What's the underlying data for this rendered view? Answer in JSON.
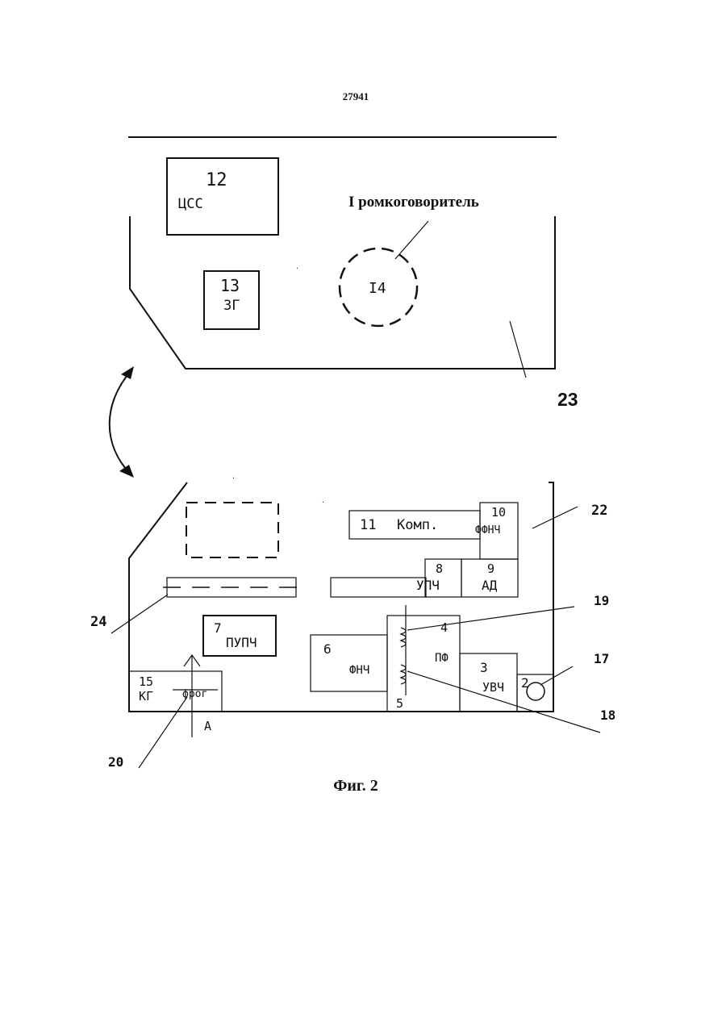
{
  "document": {
    "patent_number": "27941",
    "figure_caption": "Фиг. 2"
  },
  "top_panel": {
    "css_block": {
      "number": "12",
      "label": "ЦСС"
    },
    "zg_block": {
      "number": "13",
      "label": "ЗГ"
    },
    "speaker": {
      "number": "I4",
      "label": "I ромкоговоритель"
    },
    "ref_23": "23"
  },
  "bottom_panel": {
    "ref_22": "22",
    "ref_24": "24",
    "ref_19": "19",
    "ref_17": "17",
    "ref_18": "18",
    "ref_20": "20",
    "block_11": {
      "number": "11",
      "label": "Комп."
    },
    "block_10": {
      "number": "10",
      "label": "ФФНЧ"
    },
    "block_8": {
      "number": "8",
      "label": "УПЧ"
    },
    "block_9": {
      "number": "9",
      "label": "АД"
    },
    "block_7": {
      "number": "7",
      "label": "ПУПЧ"
    },
    "block_6": {
      "number": "6",
      "label": "ФНЧ"
    },
    "block_4": {
      "number": "4",
      "label": "ПФ"
    },
    "block_5": {
      "number": "5"
    },
    "block_3": {
      "number": "3",
      "label": "УВЧ"
    },
    "block_2": {
      "number": "2"
    },
    "block_15": {
      "number": "15",
      "label": "КГ"
    },
    "crystal_label": "фрог",
    "section_label": "А"
  }
}
